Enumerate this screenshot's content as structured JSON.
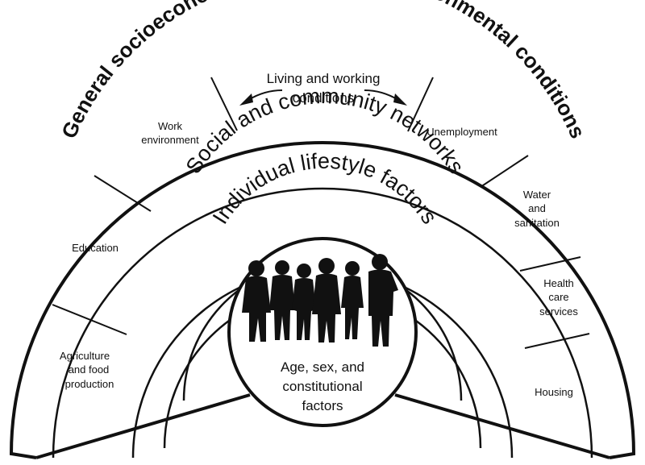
{
  "layers": {
    "outer": "General socioeconomic, cultural, and environmental conditions",
    "social": "Social and community networks",
    "individual": "Individual lifestyle factors",
    "core_lines": [
      "Age, sex, and",
      "constitutional",
      "factors"
    ]
  },
  "living_working": {
    "lines": [
      "Living and working",
      "conditions"
    ]
  },
  "sectors_left": [
    {
      "lines": [
        "Agriculture",
        "and food",
        "production"
      ]
    },
    {
      "lines": [
        "Education"
      ]
    },
    {
      "lines": [
        "Work",
        "environment"
      ]
    }
  ],
  "sectors_right": [
    {
      "lines": [
        "Unemployment"
      ]
    },
    {
      "lines": [
        "Water",
        "and",
        "sanitation"
      ]
    },
    {
      "lines": [
        "Health",
        "care",
        "services"
      ]
    },
    {
      "lines": [
        "Housing"
      ]
    }
  ],
  "people_icon": "group-of-people-silhouette",
  "colors": {
    "line": "#111111",
    "fill": "#ffffff"
  }
}
